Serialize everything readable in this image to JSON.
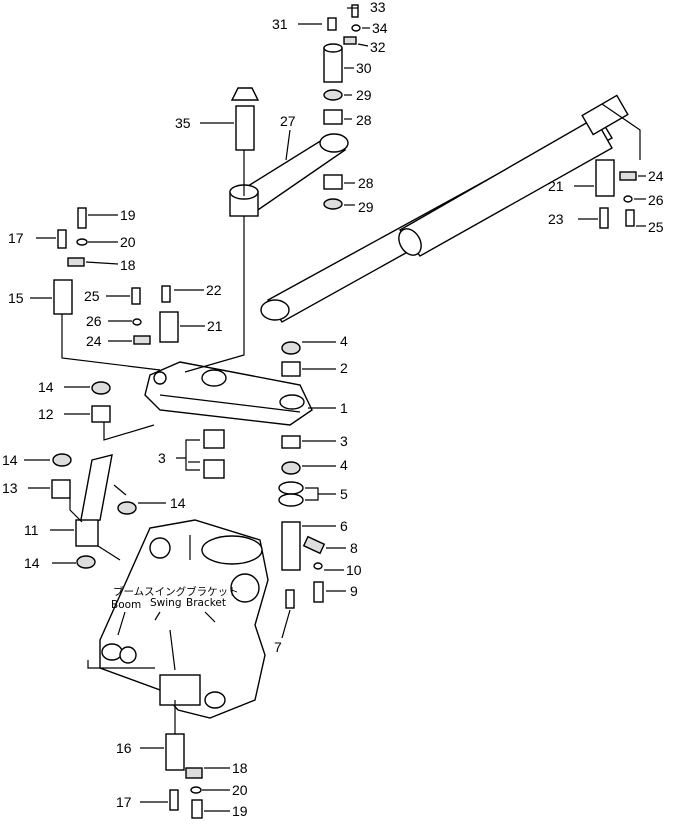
{
  "bracket_caption": {
    "jp": "ブームスイングブラケット",
    "en_left": "Boom",
    "en_mid": "Swing",
    "en_right": "Bracket"
  },
  "callouts": {
    "c1": "1",
    "c2": "2",
    "c3a": "3",
    "c3b": "3",
    "c4a": "4",
    "c4b": "4",
    "c5": "5",
    "c6": "6",
    "c7": "7",
    "c8": "8",
    "c9": "9",
    "c10": "10",
    "c11": "11",
    "c12": "12",
    "c13": "13",
    "c14a": "14",
    "c14b": "14",
    "c14c": "14",
    "c14d": "14",
    "c15": "15",
    "c16": "16",
    "c17a": "17",
    "c17b": "17",
    "c18a": "18",
    "c18b": "18",
    "c19a": "19",
    "c19b": "19",
    "c20a": "20",
    "c20b": "20",
    "c21a": "21",
    "c21b": "21",
    "c22": "22",
    "c23": "23",
    "c24a": "24",
    "c24b": "24",
    "c25a": "25",
    "c25b": "25",
    "c26a": "26",
    "c26b": "26",
    "c27": "27",
    "c28a": "28",
    "c28b": "28",
    "c29a": "29",
    "c29b": "29",
    "c30": "30",
    "c31": "31",
    "c32": "32",
    "c33": "33",
    "c34": "34",
    "c35": "35"
  }
}
